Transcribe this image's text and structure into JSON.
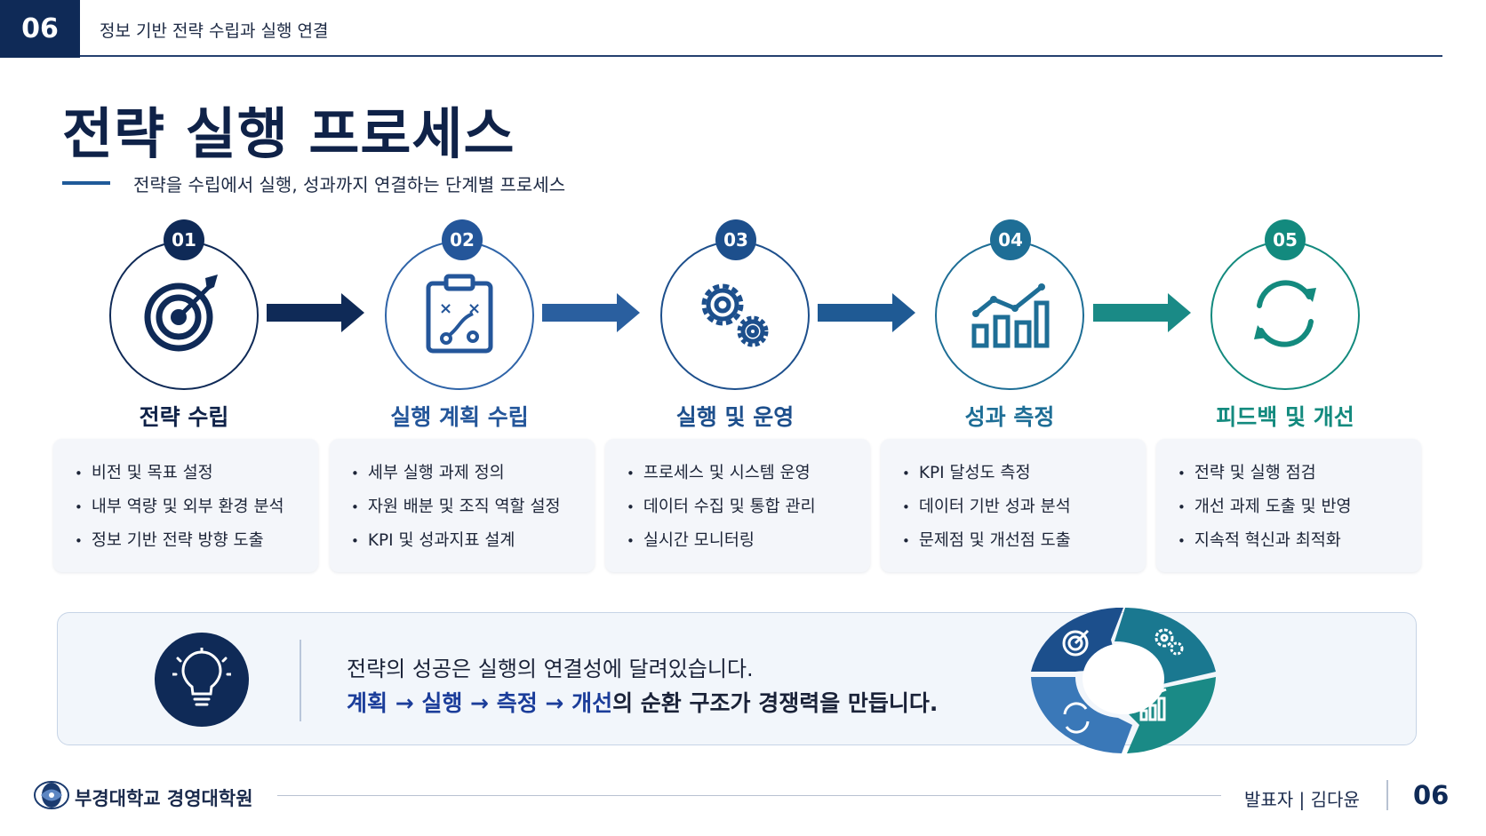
{
  "header": {
    "page_badge": "06",
    "title": "정보 기반 전략 수립과 실행 연결"
  },
  "main_title": "전략 실행 프로세스",
  "subtitle": "전략을 수립에서 실행, 성과까지 연결하는 단계별 프로세스",
  "steps": [
    {
      "num": "01",
      "title": "전략 수립",
      "icon": "target-icon",
      "color": "#0f2a57",
      "items": [
        "비전 및 목표 설정",
        "내부 역량 및 외부 환경 분석",
        "정보 기반 전략 방향 도출"
      ]
    },
    {
      "num": "02",
      "title": "실행 계획 수립",
      "icon": "clipboard-plan-icon",
      "color": "#24569a",
      "items": [
        "세부 실행 과제 정의",
        "자원 배분 및 조직 역할 설정",
        "KPI 및 성과지표 설계"
      ]
    },
    {
      "num": "03",
      "title": "실행 및 운영",
      "icon": "gears-icon",
      "color": "#1d4f8c",
      "items": [
        "프로세스 및 시스템 운영",
        "데이터 수집 및 통합 관리",
        "실시간 모니터링"
      ]
    },
    {
      "num": "04",
      "title": "성과 측정",
      "icon": "bar-chart-icon",
      "color": "#1e6e96",
      "items": [
        "KPI 달성도 측정",
        "데이터 기반 성과 분석",
        "문제점 및 개선점 도출"
      ]
    },
    {
      "num": "05",
      "title": "피드백 및 개선",
      "icon": "refresh-cycle-icon",
      "color": "#138a7e",
      "items": [
        "전략 및 실행 점검",
        "개선 과제 도출 및 반영",
        "지속적 혁신과 최적화"
      ]
    }
  ],
  "message": {
    "line1": "전략의 성공은 실행의 연결성에 달려있습니다.",
    "line2_highlight": "계획 → 실행 → 측정 → 개선",
    "line2_rest": "의 순환 구조가 경쟁력을 만듭니다."
  },
  "footer": {
    "org": "부경대학교 경영대학원",
    "presenter": "발표자 | 김다윤",
    "page": "06"
  }
}
